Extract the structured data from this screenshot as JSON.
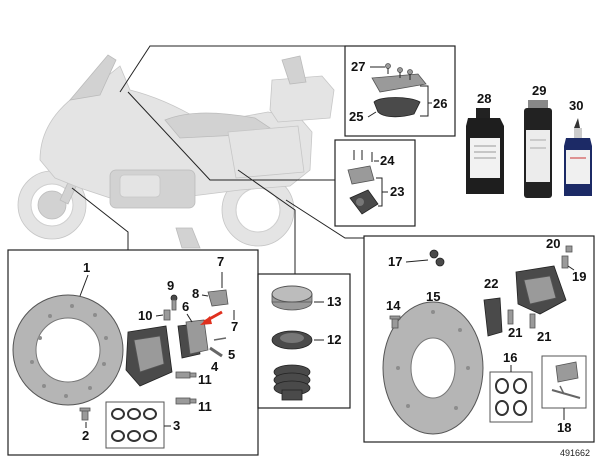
{
  "callouts": {
    "n1": "1",
    "n2": "2",
    "n3": "3",
    "n4": "4",
    "n5": "5",
    "n6": "6",
    "n7a": "7",
    "n7b": "7",
    "n8": "8",
    "n9": "9",
    "n10": "10",
    "n11a": "11",
    "n11b": "11",
    "n12": "12",
    "n13": "13",
    "n14": "14",
    "n15": "15",
    "n16": "16",
    "n17": "17",
    "n18": "18",
    "n19": "19",
    "n20": "20",
    "n21a": "21",
    "n21b": "21",
    "n22": "22",
    "n23": "23",
    "n24": "24",
    "n25": "25",
    "n26": "26",
    "n27": "27",
    "n28": "28",
    "n29": "29",
    "n30": "30"
  },
  "reference_number": "491662",
  "colors": {
    "line": "#222222",
    "part": "#9a9a9a",
    "part_dark": "#4a4a4a",
    "bike": "#e4e4e4",
    "arrow": "#e0301e"
  }
}
